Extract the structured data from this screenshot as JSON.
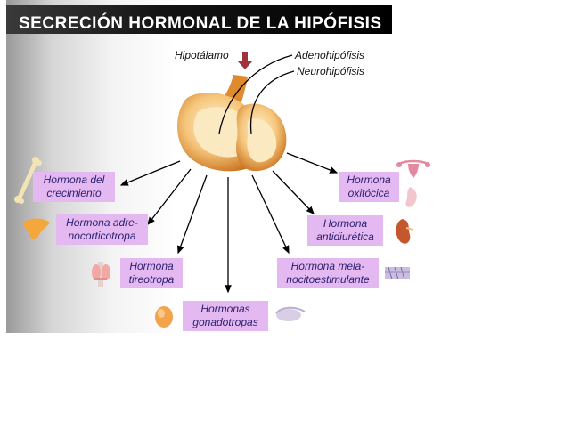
{
  "title": "SECRECIÓN HORMONAL DE LA HIPÓFISIS",
  "labels": {
    "hipotalamo": "Hipotálamo",
    "adenohipofisis": "Adenohipófisis",
    "neurohipofisis": "Neurohipófisis"
  },
  "hormones": {
    "crecimiento": [
      "Hormona del",
      "crecimiento"
    ],
    "adrenocorticotropa": [
      "Hormona adre-",
      "nocorticotropa"
    ],
    "tireotropa": [
      "Hormona",
      "tireotropa"
    ],
    "gonadotropas": [
      "Hormonas",
      "gonadotropas"
    ],
    "melanocitoestimulante": [
      "Hormona mela-",
      "nocitoestimulante"
    ],
    "antidiuretica": [
      "Hormona",
      "antidiurética"
    ],
    "oxitocica": [
      "Hormona",
      "oxitócica"
    ]
  },
  "colors": {
    "box_fill": "#e4b8f0",
    "box_text": "#2a1f6e",
    "gland_outer": "#e49a3c",
    "gland_inner": "#fbe9c2",
    "hypothalamus_arrow": "#a0323c"
  },
  "icons": [
    "bone-icon",
    "adrenal-gland-icon",
    "thyroid-icon",
    "ovary-icon",
    "testis-icon",
    "skin-icon",
    "kidney-icon",
    "uterus-icon",
    "breast-icon"
  ]
}
